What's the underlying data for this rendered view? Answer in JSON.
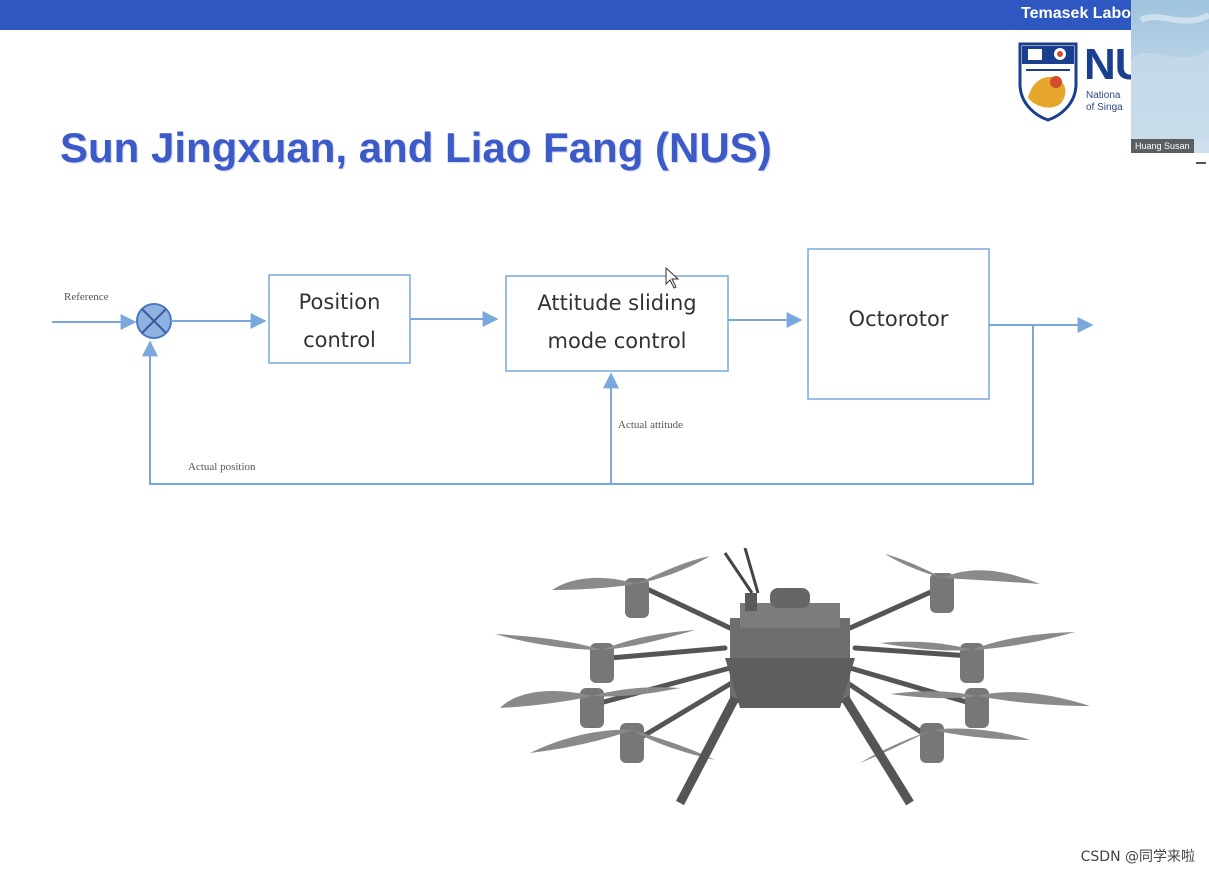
{
  "header": {
    "label": "Temasek Labo"
  },
  "logo": {
    "letters": "NU",
    "line1": "Nationa",
    "line2": "of Singa"
  },
  "video": {
    "participant_name": "Huang Susan"
  },
  "slide": {
    "title": "Sun Jingxuan, and Liao Fang (NUS)"
  },
  "diagram": {
    "reference_label": "Reference",
    "position_block": [
      "Position",
      "control"
    ],
    "attitude_block": [
      "Attitude sliding",
      "mode control"
    ],
    "plant_block": "Octorotor",
    "actual_attitude_label": "Actual attitude",
    "actual_position_label": "Actual position",
    "line_color": "#7aa8dc"
  },
  "image": {
    "description_icon": "octorotor-drone-image"
  },
  "watermark": {
    "text": "CSDN @同学来啦"
  }
}
